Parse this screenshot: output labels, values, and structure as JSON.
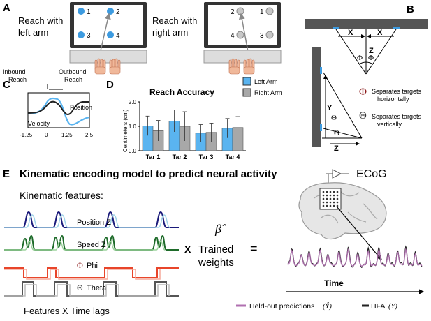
{
  "panels": {
    "A": "A",
    "B": "B",
    "C": "C",
    "D": "D",
    "E": "E"
  },
  "panelA": {
    "left_label_1": "Reach with",
    "left_label_2": "left arm",
    "right_label_1": "Reach with",
    "right_label_2": "right arm",
    "left_targets": [
      "1",
      "2",
      "3",
      "4"
    ],
    "right_targets": [
      "2",
      "1",
      "4",
      "3"
    ],
    "colors": {
      "target_blue": "#3d9be0",
      "target_gray": "#c8c8c8",
      "hand": "#f0b89a"
    }
  },
  "panelB": {
    "x1": "X",
    "x2": "X",
    "z_top": "Z",
    "phi1": "Φ",
    "phi2": "Φ",
    "y": "Y",
    "theta1": "Θ",
    "theta2": "Θ",
    "z_bottom": "Z",
    "legend": [
      {
        "symbol": "Φ",
        "line1": "Separates targets",
        "line2": "horizontally"
      },
      {
        "symbol": "Θ",
        "line1": "Separates targets",
        "line2": "vertically"
      }
    ]
  },
  "panelC": {
    "inbound_1": "Inbound",
    "inbound_2": "Reach",
    "outbound_1": "Outbound",
    "outbound_2": "Reach",
    "position_label": "Position",
    "velocity_label": "Velocity",
    "ticks": [
      "-1.25",
      "0",
      "1.25",
      "2.5"
    ]
  },
  "chart_data": {
    "type": "bar",
    "title": "Reach Accuracy",
    "ylabel": "Centimeters (cm)",
    "categories": [
      "Tar 1",
      "Tar 2",
      "Tar 3",
      "Tar 4"
    ],
    "ylim": [
      0,
      2.0
    ],
    "yticks": [
      "0.0",
      "1.0",
      "2.0"
    ],
    "series": [
      {
        "name": "Left Arm",
        "color": "#5ab4f0",
        "values": [
          1.02,
          1.22,
          0.72,
          0.92
        ],
        "errors": [
          0.4,
          0.45,
          0.35,
          0.4
        ]
      },
      {
        "name": "Right Arm",
        "color": "#a8a8a8",
        "values": [
          0.82,
          1.0,
          0.75,
          0.95
        ],
        "errors": [
          0.42,
          0.6,
          0.38,
          0.45
        ]
      }
    ],
    "legend_position": "top-right"
  },
  "panelE": {
    "title": "Kinematic encoding model to predict neural activity",
    "kinematic_features": "Kinematic features:",
    "features": [
      {
        "label": "Position Z",
        "color": "#1a1a7a"
      },
      {
        "label": "Speed Z",
        "color": "#1e6b2a"
      },
      {
        "label": "Phi",
        "symbol": "Φ",
        "color": "#e8452a"
      },
      {
        "label": "Theta",
        "symbol": "Θ",
        "color": "#555555"
      }
    ],
    "features_caption": "Features X Time lags",
    "times": "X",
    "beta": "β̂",
    "trained_1": "Trained",
    "trained_2": "weights",
    "equals": "=",
    "ecog": "ECoG",
    "time_label": "Time",
    "legend_pred": "Held-out predictions",
    "legend_pred_sym": "(Ŷ)",
    "legend_hfa": "HFA",
    "legend_hfa_sym": "(Y)",
    "colors": {
      "pred": "#b070b0",
      "hfa": "#222222"
    }
  }
}
